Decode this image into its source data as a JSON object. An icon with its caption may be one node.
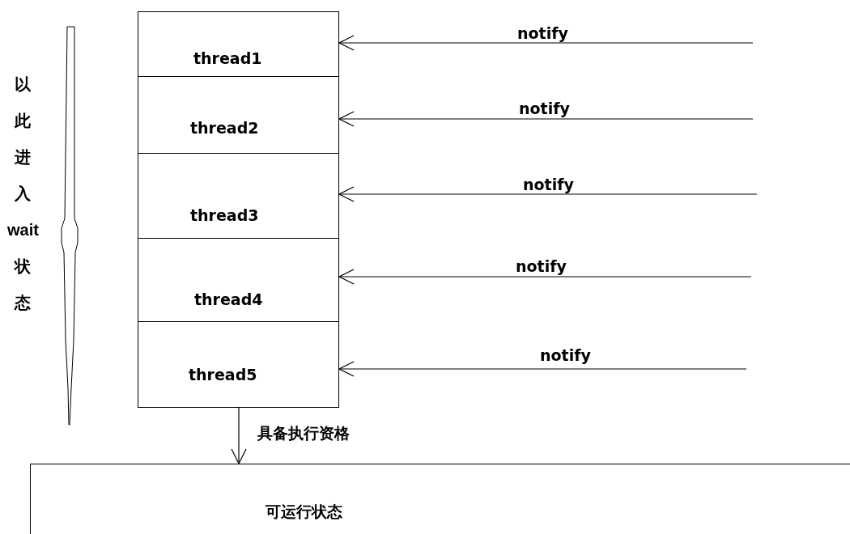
{
  "diagram": {
    "nodes": [
      {
        "text": [
          "thread1"
        ]
      },
      {
        "text": [
          "thread2"
        ]
      },
      {
        "text": [
          "thread3"
        ]
      },
      {
        "text": [
          "thread4"
        ]
      },
      {
        "text": [
          "thread5"
        ]
      },
      {
        "text": [
          "可运行状态"
        ]
      }
    ],
    "edges": [
      {
        "from": null,
        "to": 0,
        "arrow": "to",
        "label": "notify"
      },
      {
        "from": null,
        "to": 1,
        "arrow": "to",
        "label": "notify"
      },
      {
        "from": null,
        "to": 2,
        "arrow": "to",
        "label": "notify"
      },
      {
        "from": null,
        "to": 3,
        "arrow": "to",
        "label": "notify"
      },
      {
        "from": null,
        "to": 4,
        "arrow": "to",
        "label": "notify"
      },
      {
        "from": 4,
        "to": 5,
        "arrow": "to",
        "label": "具备执行资格"
      }
    ],
    "labels": [
      "以此进入wait状态"
    ]
  }
}
